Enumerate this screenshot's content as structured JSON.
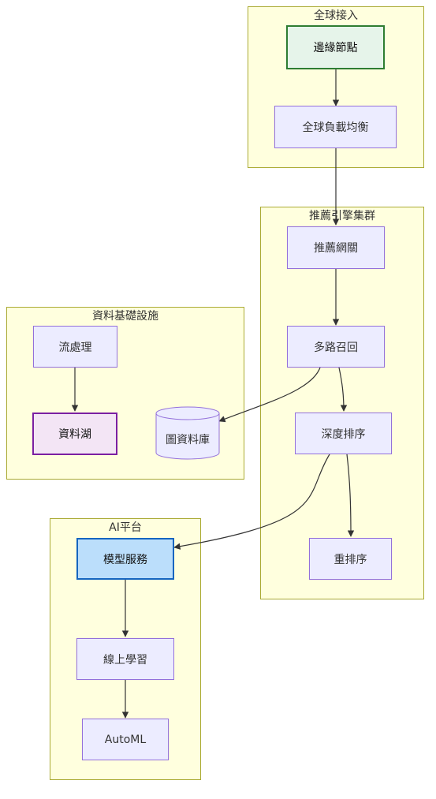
{
  "clusters": {
    "global_access": "全球接入",
    "rec_engine": "推薦引擎集群",
    "data_infra": "資料基礎設施",
    "ai_platform": "AI平台"
  },
  "nodes": {
    "edge_node": "邊緣節點",
    "global_lb": "全球負載均衡",
    "rec_gateway": "推薦網關",
    "multi_recall": "多路召回",
    "deep_ranking": "深度排序",
    "reranking": "重排序",
    "stream_processing": "流處理",
    "data_lake": "資料湖",
    "graph_db": "圖資料庫",
    "model_serving": "模型服務",
    "online_learning": "線上學習",
    "automl": "AutoML"
  },
  "colors": {
    "cluster_fill": "#ffffde",
    "cluster_border": "#aaaa33",
    "node_fill": "#ececff",
    "node_border": "#9370db",
    "edge_node_fill": "#e6f4ea",
    "edge_node_border": "#2e7d32",
    "data_lake_fill": "#f3e5f5",
    "data_lake_border": "#7b1fa2",
    "model_fill": "#bbdefb",
    "model_border": "#1565c0",
    "edge_color": "#333333"
  }
}
